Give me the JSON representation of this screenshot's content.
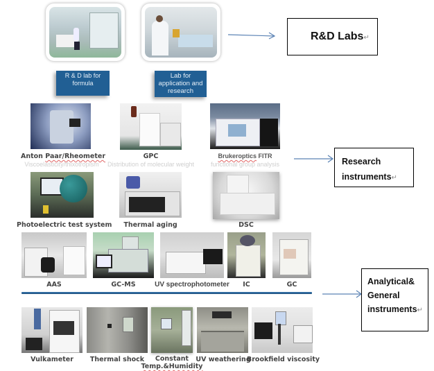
{
  "categories": {
    "rd_labs": "R&D Labs",
    "research": [
      "Research",
      "instruments"
    ],
    "analytical": [
      "Analytical&",
      "General",
      "instruments"
    ],
    "pilcrow": "↵"
  },
  "labs": [
    {
      "label": "R & D lab for formula"
    },
    {
      "label": "Lab for application and research"
    }
  ],
  "research_instruments": [
    {
      "name_pre": "Anton ",
      "name_err": "Paar/Rheometer",
      "desc": "Viscoelasticity/thixotropism"
    },
    {
      "name": "GPC",
      "desc": "Distribution of molecular weight"
    },
    {
      "name_err": "Brukeroptics",
      "name_post": " FITR",
      "desc": "functional group analysis"
    },
    {
      "name": "Photoelectric  test system"
    },
    {
      "name": "Thermal  aging"
    },
    {
      "name": "DSC"
    }
  ],
  "analytical_instruments": [
    {
      "name": "AAS"
    },
    {
      "name": "GC-MS"
    },
    {
      "name": "UV spectrophotometer"
    },
    {
      "name": "IC"
    },
    {
      "name": "GC"
    }
  ],
  "general_instruments": [
    {
      "name": "Vulkameter"
    },
    {
      "name": "Thermal shock"
    },
    {
      "name_line1": "Constant",
      "name_line2": "Temp.&Humidity"
    },
    {
      "name": "UV weathering"
    },
    {
      "name": "Brookfield  viscosity"
    }
  ],
  "colors": {
    "arrow": "#5a82b4",
    "label_bg": "#215f94",
    "divider": "#2f6496"
  }
}
